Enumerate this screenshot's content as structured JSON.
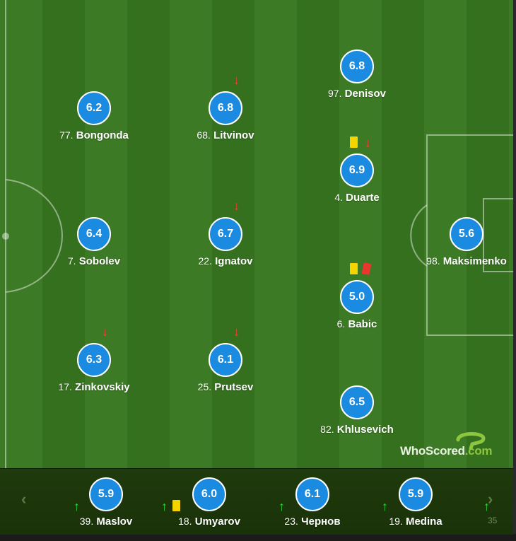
{
  "pitch": {
    "starters": [
      {
        "number": "77.",
        "name": "Bongonda",
        "rating": "6.2",
        "sub_off": false,
        "cards": []
      },
      {
        "number": "68.",
        "name": "Litvinov",
        "rating": "6.8",
        "sub_off": true,
        "cards": []
      },
      {
        "number": "97.",
        "name": "Denisov",
        "rating": "6.8",
        "sub_off": false,
        "cards": []
      },
      {
        "number": "4.",
        "name": "Duarte",
        "rating": "6.9",
        "sub_off": true,
        "cards": [
          "yellow"
        ]
      },
      {
        "number": "7.",
        "name": "Sobolev",
        "rating": "6.4",
        "sub_off": false,
        "cards": []
      },
      {
        "number": "22.",
        "name": "Ignatov",
        "rating": "6.7",
        "sub_off": true,
        "cards": []
      },
      {
        "number": "98.",
        "name": "Maksimenko",
        "rating": "5.6",
        "sub_off": false,
        "cards": []
      },
      {
        "number": "6.",
        "name": "Babic",
        "rating": "5.0",
        "sub_off": false,
        "cards": [
          "yellow",
          "red"
        ]
      },
      {
        "number": "17.",
        "name": "Zinkovskiy",
        "rating": "6.3",
        "sub_off": true,
        "cards": []
      },
      {
        "number": "25.",
        "name": "Prutsev",
        "rating": "6.1",
        "sub_off": true,
        "cards": []
      },
      {
        "number": "82.",
        "name": "Khlusevich",
        "rating": "6.5",
        "sub_off": false,
        "cards": []
      }
    ]
  },
  "bench": {
    "players": [
      {
        "number": "39.",
        "name": "Maslov",
        "rating": "5.9",
        "sub_on": true,
        "cards": []
      },
      {
        "number": "18.",
        "name": "Umyarov",
        "rating": "6.0",
        "sub_on": true,
        "cards": [
          "yellow"
        ]
      },
      {
        "number": "23.",
        "name": "Чернов",
        "rating": "6.1",
        "sub_on": true,
        "cards": []
      },
      {
        "number": "19.",
        "name": "Medina",
        "rating": "5.9",
        "sub_on": true,
        "cards": []
      }
    ],
    "prev_icon": "chevron-left-icon",
    "next_icon": "chevron-right-icon",
    "more_number": "35"
  },
  "branding": {
    "logo_text": "WhoScored",
    "logo_suffix": ".com"
  },
  "colors": {
    "rating_bubble": "#1a8be0",
    "sub_off_arrow": "#ff3b2f",
    "sub_on_arrow": "#2edb3a",
    "yellow_card": "#f5d400",
    "red_card": "#e8372c"
  }
}
